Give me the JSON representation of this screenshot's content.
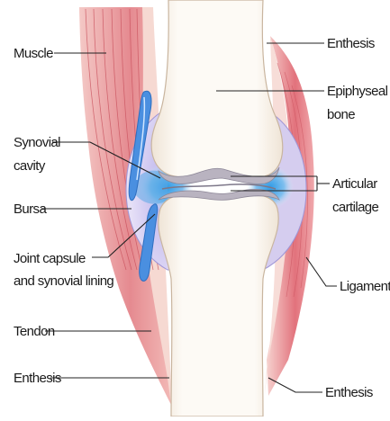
{
  "diagram": {
    "subject": "synovial joint anatomy",
    "labels": {
      "muscle": "Muscle",
      "synovial_cavity_line1": "Synovial",
      "synovial_cavity_line2": "cavity",
      "bursa": "Bursa",
      "joint_capsule_line1": "Joint capsule",
      "joint_capsule_line2": "and synovial lining",
      "tendon": "Tendon",
      "enthesis_left_bottom": "Enthesis",
      "enthesis_right_top": "Enthesis",
      "epiphyseal_line1": "Epiphyseal",
      "epiphyseal_line2": "bone",
      "articular_line1": "Articular",
      "articular_line2": "cartilage",
      "ligament": "Ligament",
      "enthesis_right_bottom": "Enthesis"
    },
    "colors": {
      "bone": "#fbf6ef",
      "bone_outline": "#c9b59f",
      "muscle": "#e07e86",
      "muscle_light": "#f3c7c4",
      "tendon": "#f8dcd2",
      "capsule": "#cfc6ec",
      "cavity": "#3b9ad9",
      "bursa": "#4a8fe0",
      "cartilage": "#b9b3c0",
      "leader_line": "#222222"
    }
  }
}
